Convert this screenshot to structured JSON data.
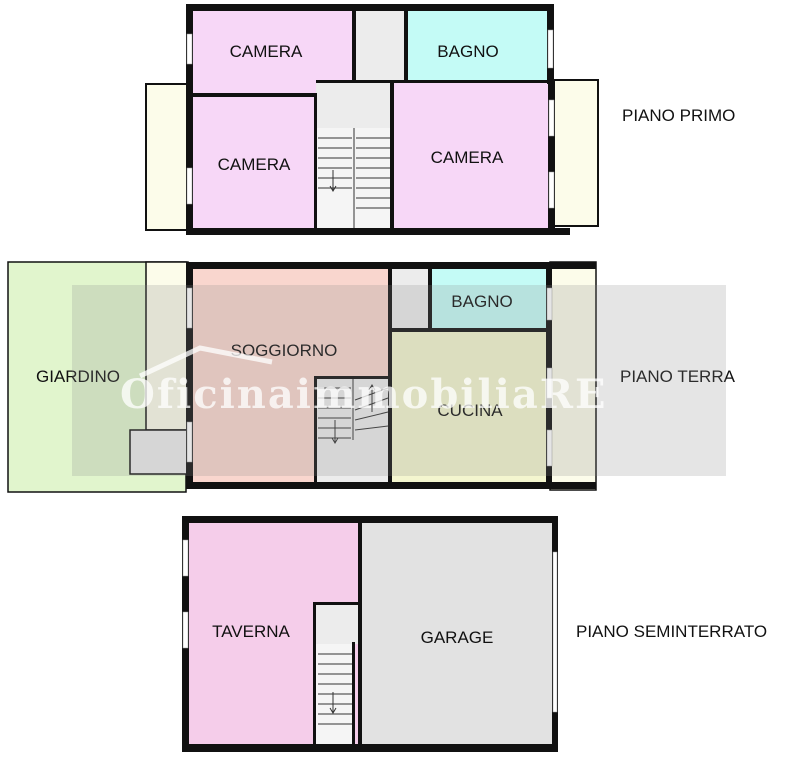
{
  "colors": {
    "wall": "#111111",
    "camera": "#f7d7f7",
    "bagno": "#c4fbf6",
    "soggiorno": "#f9d6ce",
    "cucina": "#f4f6cf",
    "taverna": "#f5cdea",
    "garage": "#e2e2e2",
    "stairs": "#f3f3f3",
    "hall": "#ececec",
    "balcony": "#fcfcea",
    "giardino": "#e1f5cd",
    "window": "#ffffff",
    "watermark_band": "#8a8a8a"
  },
  "floors": {
    "primo": {
      "label": "PIANO PRIMO",
      "rooms": {
        "camera_nw": "CAMERA",
        "bagno": "BAGNO",
        "camera_w": "CAMERA",
        "camera_e": "CAMERA"
      }
    },
    "terra": {
      "label": "PIANO TERRA",
      "rooms": {
        "giardino": "GIARDINO",
        "soggiorno": "SOGGIORNO",
        "bagno": "BAGNO",
        "cucina": "CUCINA"
      }
    },
    "seminterrato": {
      "label": "PIANO SEMINTERRATO",
      "rooms": {
        "taverna": "TAVERNA",
        "garage": "GARAGE"
      }
    }
  },
  "watermark": {
    "text": "OficinaimmobiliaRE",
    "icon": "house-roof-icon"
  }
}
